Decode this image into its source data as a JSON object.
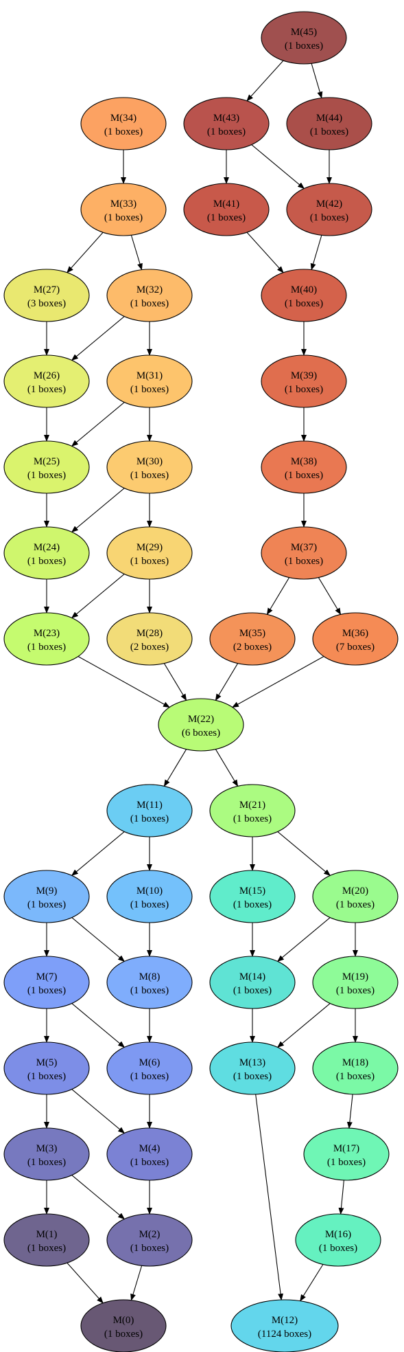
{
  "nodes": [
    {
      "id": "M45",
      "title": "M(45)",
      "subtitle": "(1 boxes)",
      "color": "#a0504f"
    },
    {
      "id": "M43",
      "title": "M(43)",
      "subtitle": "(1 boxes)",
      "color": "#b9534d"
    },
    {
      "id": "M44",
      "title": "M(44)",
      "subtitle": "(1 boxes)",
      "color": "#aa4f4a"
    },
    {
      "id": "M41",
      "title": "M(41)",
      "subtitle": "(1 boxes)",
      "color": "#c8594a"
    },
    {
      "id": "M42",
      "title": "M(42)",
      "subtitle": "(1 boxes)",
      "color": "#c65a4b"
    },
    {
      "id": "M40",
      "title": "M(40)",
      "subtitle": "(1 boxes)",
      "color": "#d4624b"
    },
    {
      "id": "M39",
      "title": "M(39)",
      "subtitle": "(1 boxes)",
      "color": "#e06e4e"
    },
    {
      "id": "M38",
      "title": "M(38)",
      "subtitle": "(1 boxes)",
      "color": "#e97852"
    },
    {
      "id": "M37",
      "title": "M(37)",
      "subtitle": "(1 boxes)",
      "color": "#ef8455"
    },
    {
      "id": "M35",
      "title": "M(35)",
      "subtitle": "(2 boxes)",
      "color": "#f49359"
    },
    {
      "id": "M36",
      "title": "M(36)",
      "subtitle": "(7 boxes)",
      "color": "#f58b55"
    },
    {
      "id": "M34",
      "title": "M(34)",
      "subtitle": "(1 boxes)",
      "color": "#fca262"
    },
    {
      "id": "M33",
      "title": "M(33)",
      "subtitle": "(1 boxes)",
      "color": "#fdb065"
    },
    {
      "id": "M32",
      "title": "M(32)",
      "subtitle": "(1 boxes)",
      "color": "#fdbb6a"
    },
    {
      "id": "M31",
      "title": "M(31)",
      "subtitle": "(1 boxes)",
      "color": "#fdc46c"
    },
    {
      "id": "M30",
      "title": "M(30)",
      "subtitle": "(1 boxes)",
      "color": "#fccb70"
    },
    {
      "id": "M29",
      "title": "M(29)",
      "subtitle": "(1 boxes)",
      "color": "#f8d573"
    },
    {
      "id": "M28",
      "title": "M(28)",
      "subtitle": "(2 boxes)",
      "color": "#f2dc78"
    },
    {
      "id": "M27",
      "title": "M(27)",
      "subtitle": "(3 boxes)",
      "color": "#e9e870"
    },
    {
      "id": "M26",
      "title": "M(26)",
      "subtitle": "(1 boxes)",
      "color": "#e4ef72"
    },
    {
      "id": "M25",
      "title": "M(25)",
      "subtitle": "(1 boxes)",
      "color": "#daf36d"
    },
    {
      "id": "M24",
      "title": "M(24)",
      "subtitle": "(1 boxes)",
      "color": "#cff66d"
    },
    {
      "id": "M23",
      "title": "M(23)",
      "subtitle": "(1 boxes)",
      "color": "#c5fb6f"
    },
    {
      "id": "M22",
      "title": "M(22)",
      "subtitle": "(6 boxes)",
      "color": "#b8fb76"
    },
    {
      "id": "M11",
      "title": "M(11)",
      "subtitle": "(1 boxes)",
      "color": "#6bcdf3"
    },
    {
      "id": "M21",
      "title": "M(21)",
      "subtitle": "(1 boxes)",
      "color": "#abfb81"
    },
    {
      "id": "M9",
      "title": "M(9)",
      "subtitle": "(1 boxes)",
      "color": "#7bb8fb"
    },
    {
      "id": "M10",
      "title": "M(10)",
      "subtitle": "(1 boxes)",
      "color": "#74c1fb"
    },
    {
      "id": "M15",
      "title": "M(15)",
      "subtitle": "(1 boxes)",
      "color": "#60eccb"
    },
    {
      "id": "M20",
      "title": "M(20)",
      "subtitle": "(1 boxes)",
      "color": "#9afb8e"
    },
    {
      "id": "M7",
      "title": "M(7)",
      "subtitle": "(1 boxes)",
      "color": "#7e9ff9"
    },
    {
      "id": "M8",
      "title": "M(8)",
      "subtitle": "(1 boxes)",
      "color": "#7fadfc"
    },
    {
      "id": "M14",
      "title": "M(14)",
      "subtitle": "(1 boxes)",
      "color": "#5fe3d4"
    },
    {
      "id": "M19",
      "title": "M(19)",
      "subtitle": "(1 boxes)",
      "color": "#8efb98"
    },
    {
      "id": "M5",
      "title": "M(5)",
      "subtitle": "(1 boxes)",
      "color": "#7d8ee7"
    },
    {
      "id": "M6",
      "title": "M(6)",
      "subtitle": "(1 boxes)",
      "color": "#7e99f2"
    },
    {
      "id": "M13",
      "title": "M(13)",
      "subtitle": "(1 boxes)",
      "color": "#5fdde1"
    },
    {
      "id": "M18",
      "title": "M(18)",
      "subtitle": "(1 boxes)",
      "color": "#7bf9a6"
    },
    {
      "id": "M3",
      "title": "M(3)",
      "subtitle": "(1 boxes)",
      "color": "#7779bf"
    },
    {
      "id": "M4",
      "title": "M(4)",
      "subtitle": "(1 boxes)",
      "color": "#7b82d4"
    },
    {
      "id": "M17",
      "title": "M(17)",
      "subtitle": "(1 boxes)",
      "color": "#6ff6b5"
    },
    {
      "id": "M1",
      "title": "M(1)",
      "subtitle": "(1 boxes)",
      "color": "#6f658f"
    },
    {
      "id": "M2",
      "title": "M(2)",
      "subtitle": "(1 boxes)",
      "color": "#7671ad"
    },
    {
      "id": "M16",
      "title": "M(16)",
      "subtitle": "(1 boxes)",
      "color": "#65f1c0"
    },
    {
      "id": "M0",
      "title": "M(0)",
      "subtitle": "(1 boxes)",
      "color": "#685874"
    },
    {
      "id": "M12",
      "title": "M(12)",
      "subtitle": "(1124 boxes)",
      "color": "#63d6ec"
    }
  ],
  "edges": [
    [
      "M45",
      "M43"
    ],
    [
      "M45",
      "M44"
    ],
    [
      "M43",
      "M41"
    ],
    [
      "M43",
      "M42"
    ],
    [
      "M44",
      "M42"
    ],
    [
      "M41",
      "M40"
    ],
    [
      "M42",
      "M40"
    ],
    [
      "M40",
      "M39"
    ],
    [
      "M39",
      "M38"
    ],
    [
      "M38",
      "M37"
    ],
    [
      "M37",
      "M35"
    ],
    [
      "M37",
      "M36"
    ],
    [
      "M34",
      "M33"
    ],
    [
      "M33",
      "M27"
    ],
    [
      "M33",
      "M32"
    ],
    [
      "M27",
      "M26"
    ],
    [
      "M32",
      "M26"
    ],
    [
      "M32",
      "M31"
    ],
    [
      "M26",
      "M25"
    ],
    [
      "M31",
      "M25"
    ],
    [
      "M31",
      "M30"
    ],
    [
      "M25",
      "M24"
    ],
    [
      "M30",
      "M24"
    ],
    [
      "M30",
      "M29"
    ],
    [
      "M24",
      "M23"
    ],
    [
      "M29",
      "M23"
    ],
    [
      "M29",
      "M28"
    ],
    [
      "M23",
      "M22"
    ],
    [
      "M28",
      "M22"
    ],
    [
      "M35",
      "M22"
    ],
    [
      "M36",
      "M22"
    ],
    [
      "M22",
      "M11"
    ],
    [
      "M22",
      "M21"
    ],
    [
      "M11",
      "M9"
    ],
    [
      "M11",
      "M10"
    ],
    [
      "M21",
      "M15"
    ],
    [
      "M21",
      "M20"
    ],
    [
      "M9",
      "M7"
    ],
    [
      "M9",
      "M8"
    ],
    [
      "M10",
      "M8"
    ],
    [
      "M15",
      "M14"
    ],
    [
      "M20",
      "M14"
    ],
    [
      "M20",
      "M19"
    ],
    [
      "M7",
      "M5"
    ],
    [
      "M7",
      "M6"
    ],
    [
      "M8",
      "M6"
    ],
    [
      "M14",
      "M13"
    ],
    [
      "M19",
      "M13"
    ],
    [
      "M19",
      "M18"
    ],
    [
      "M5",
      "M3"
    ],
    [
      "M5",
      "M4"
    ],
    [
      "M6",
      "M4"
    ],
    [
      "M18",
      "M17"
    ],
    [
      "M3",
      "M1"
    ],
    [
      "M3",
      "M2"
    ],
    [
      "M4",
      "M2"
    ],
    [
      "M17",
      "M16"
    ],
    [
      "M1",
      "M0"
    ],
    [
      "M2",
      "M0"
    ],
    [
      "M13",
      "M12"
    ],
    [
      "M16",
      "M12"
    ]
  ]
}
